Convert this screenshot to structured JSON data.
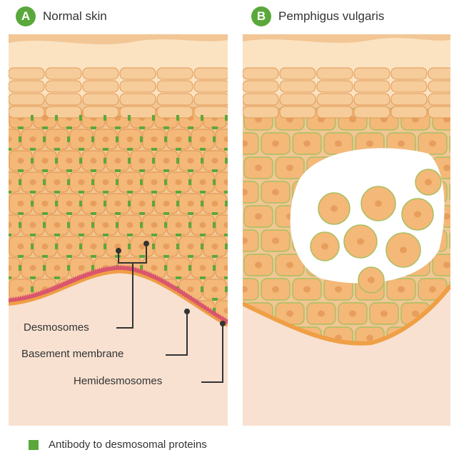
{
  "panels": [
    {
      "letter": "A",
      "title": "Normal skin"
    },
    {
      "letter": "B",
      "title": "Pemphigus vulgaris"
    }
  ],
  "labels": {
    "desmosomes": "Desmosomes",
    "basement_membrane": "Basement membrane",
    "hemidesmosomes": "Hemidesmosomes"
  },
  "legend": {
    "text": "Antibody to desmosomal proteins",
    "color": "#5aa83b"
  },
  "colors": {
    "cell_fill": "#f4b878",
    "cell_stroke": "#e29a55",
    "nucleus": "#e79e5c",
    "dermis": "#f8e1d1",
    "membrane": "#ef9f45",
    "hemidesmosome": "#d9556d",
    "antibody": "#5aa83b",
    "stratum_corneum": "#fbe3c2"
  }
}
